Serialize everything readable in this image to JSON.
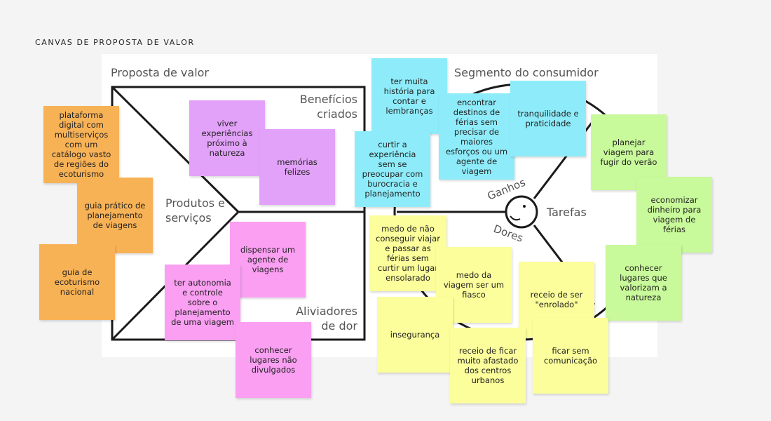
{
  "title": "CANVAS DE PROPOSTA DE VALOR",
  "labels": {
    "value_proposition": "Proposta de valor",
    "gains_creators": "Benefícios criados",
    "products_services": "Produtos e serviços",
    "pain_relievers": "Aliviadores de dor",
    "customer_segment": "Segmento do consumidor",
    "gains": "Ganhos",
    "jobs": "Tarefas",
    "pains": "Dores"
  },
  "colors": {
    "orange": "#f8b256",
    "purple": "#e2a2f9",
    "pink": "#fa9ff2",
    "cyan": "#8eecfa",
    "green": "#c8f99a",
    "yellow": "#fbfe9a"
  },
  "notes": {
    "products": [
      "plataforma digital com multiserviços com um catálogo vasto de regiões do ecoturismo",
      "guia prático de planejamento de viagens",
      "guia de ecoturismo nacional"
    ],
    "gain_creators": [
      "viver experiências próximo à natureza",
      "memórias felizes"
    ],
    "pain_relievers": [
      "dispensar um agente de viagens",
      "ter autonomia e controle sobre o planejamento de uma viagem",
      "conhecer lugares não divulgados"
    ],
    "gains": [
      "ter muita história para contar e lembranças",
      "curtir a experiência sem se preocupar com burocracia e planejamento",
      "encontrar destinos de férias sem precisar de maiores esforços ou um agente de viagem",
      "tranquilidade e praticidade"
    ],
    "jobs": [
      "planejar viagem para fugir do verão",
      "economizar dinheiro para viagem de férias",
      "conhecer lugares que valorizam a natureza"
    ],
    "pains": [
      "medo de não conseguir viajar e passar as férias sem curtir um lugar ensolarado",
      "medo da viagem ser um fiasco",
      "receio de ser \"enrolado\"",
      "insegurança",
      "receio de ficar muito afastado dos centros urbanos",
      "ficar sem comunicação"
    ]
  }
}
